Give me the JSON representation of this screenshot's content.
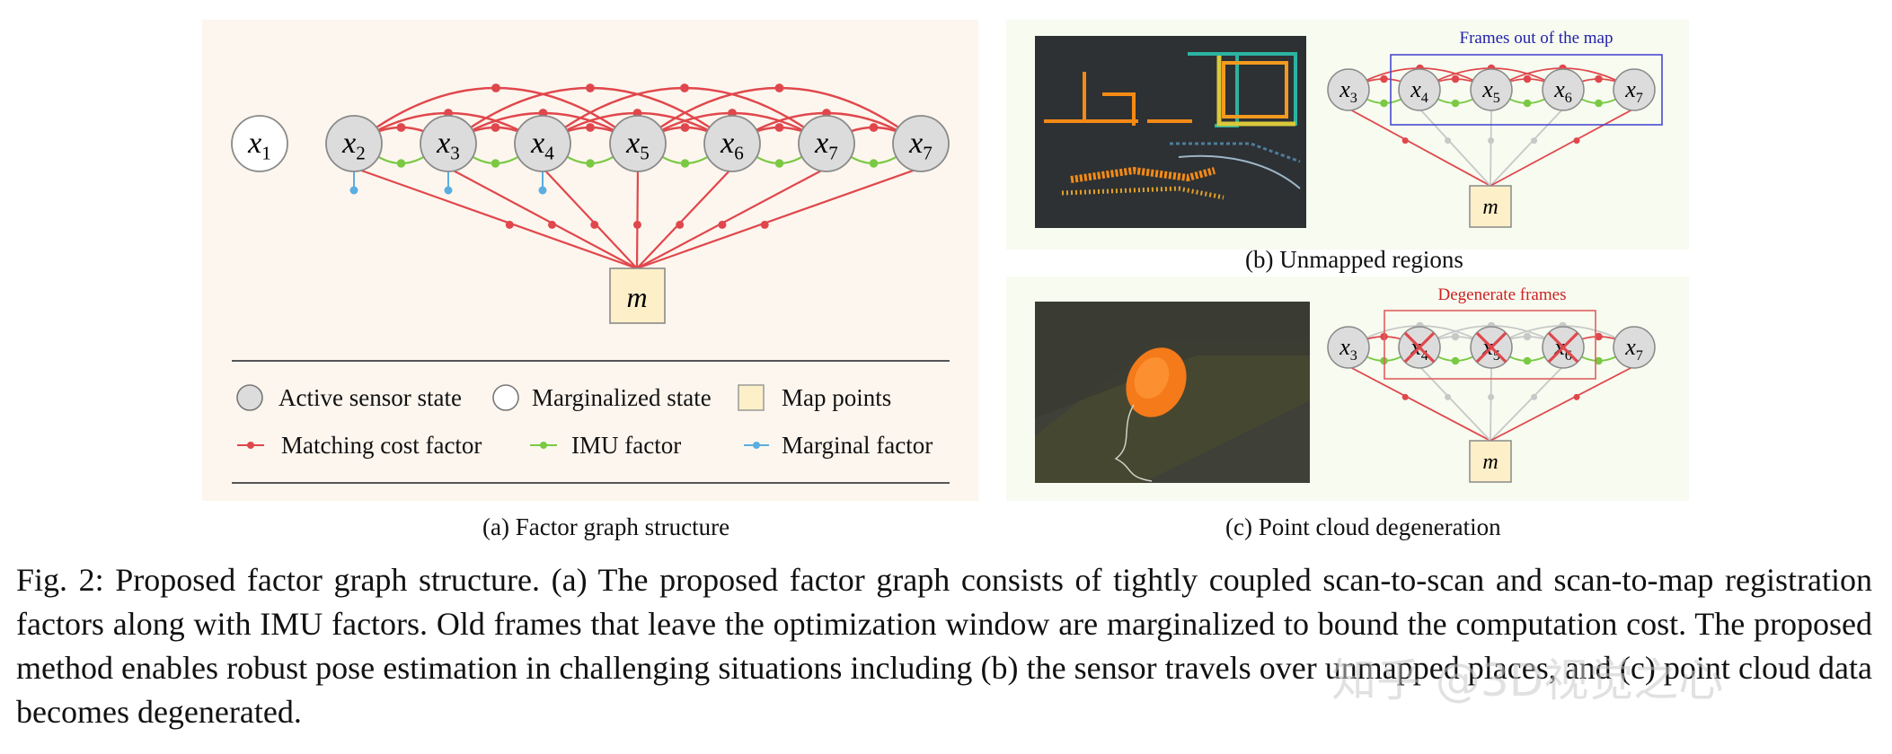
{
  "panel_a": {
    "nodes": [
      {
        "var": "x",
        "sub": "1",
        "state": "marginalized"
      },
      {
        "var": "x",
        "sub": "2",
        "state": "active"
      },
      {
        "var": "x",
        "sub": "3",
        "state": "active"
      },
      {
        "var": "x",
        "sub": "4",
        "state": "active"
      },
      {
        "var": "x",
        "sub": "5",
        "state": "active"
      },
      {
        "var": "x",
        "sub": "6",
        "state": "active"
      },
      {
        "var": "x",
        "sub": "7",
        "state": "active"
      },
      {
        "var": "x",
        "sub": "7",
        "state": "active"
      }
    ],
    "map_label": "m",
    "legend": {
      "active": "Active sensor state",
      "marginalized": "Marginalized state",
      "map_points": "Map points",
      "matching": "Matching cost factor",
      "imu": "IMU factor",
      "marginal": "Marginal factor"
    },
    "caption": "(a) Factor graph structure"
  },
  "panel_b": {
    "annotation": "Frames out of the map",
    "nodes": [
      {
        "var": "x",
        "sub": "3"
      },
      {
        "var": "x",
        "sub": "4"
      },
      {
        "var": "x",
        "sub": "5"
      },
      {
        "var": "x",
        "sub": "6"
      },
      {
        "var": "x",
        "sub": "7"
      }
    ],
    "map_label": "m",
    "caption": "(b) Unmapped regions"
  },
  "panel_c": {
    "annotation": "Degenerate frames",
    "nodes": [
      {
        "var": "x",
        "sub": "3"
      },
      {
        "var": "x",
        "sub": "4"
      },
      {
        "var": "x",
        "sub": "5"
      },
      {
        "var": "x",
        "sub": "6"
      },
      {
        "var": "x",
        "sub": "7"
      }
    ],
    "map_label": "m",
    "caption": "(c) Point cloud degeneration"
  },
  "colors": {
    "matching": "#e0474c",
    "imu": "#7ac943",
    "marginal": "#5aaee0",
    "active_fill": "#dcdcdc",
    "map_fill": "#fdf0c8",
    "frames_box": "#4a4ad0",
    "degenerate_box": "#e06060"
  },
  "figure_caption": "Fig. 2: Proposed factor graph structure. (a) The proposed factor graph consists of tightly coupled scan-to-scan and scan-to-map registration factors along with IMU factors. Old frames that leave the optimization window are marginalized to bound the computation cost. The proposed method enables robust pose estimation in challenging situations including (b) the sensor travels over unmapped places, and (c) point cloud data becomes degenerated.",
  "watermark": "知乎 @3D视觉之心"
}
